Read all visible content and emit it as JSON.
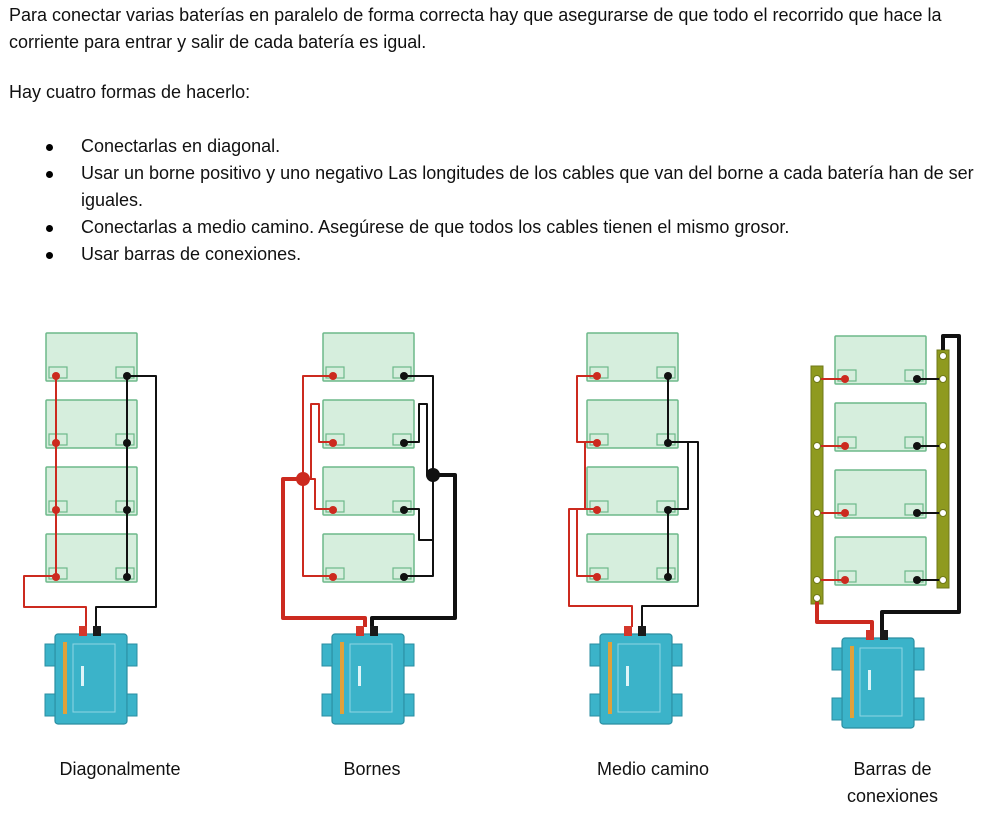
{
  "intro": "Para conectar varias baterías en paralelo de forma correcta hay que asegurarse de que todo el recorrido que hace la corriente para entrar y salir de cada batería es igual.",
  "subtitle": "Hay cuatro formas de hacerlo:",
  "bullets": [
    "Conectarlas en diagonal.",
    "Usar un borne positivo y uno negativo Las longitudes de los cables que van del borne a cada batería han de ser iguales.",
    "Conectarlas a medio camino. Asegúrese de que todos los cables tienen el mismo grosor.",
    "Usar barras de conexiones."
  ],
  "diagrams": [
    {
      "caption": "Diagonalmente"
    },
    {
      "caption": "Bornes"
    },
    {
      "caption": "Medio camino"
    },
    {
      "caption": "Barras de conexiones"
    }
  ],
  "colors": {
    "battery_fill": "#d6eedd",
    "battery_stroke": "#6db88a",
    "positive": "#cc2a1f",
    "negative": "#111111",
    "inverter": "#3bb3c9",
    "busbar": "#8f9a1f"
  },
  "icons": [
    "battery-icon",
    "inverter-icon",
    "busbar-icon"
  ]
}
